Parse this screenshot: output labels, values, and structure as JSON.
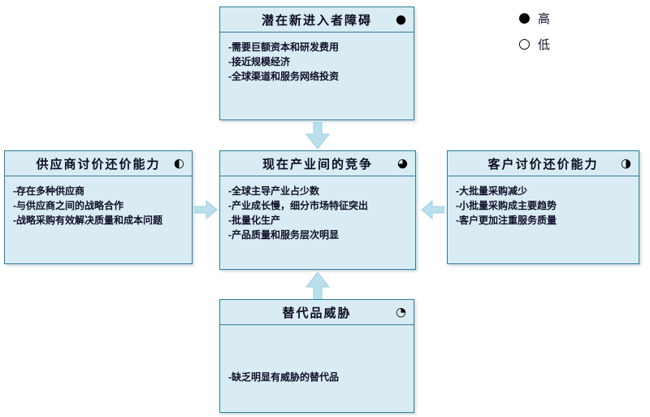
{
  "colors": {
    "box_border": "#2f7d9b",
    "box_fill": "#d9ecf3",
    "arrow": "#b9e0ec",
    "text": "#10102a"
  },
  "legend": {
    "high": {
      "icon": "●",
      "label": "高"
    },
    "low": {
      "icon": "○",
      "label": "低"
    }
  },
  "boxes": {
    "top": {
      "title": "潜在新进入者障碍",
      "rating_icon": "●",
      "items": [
        "-需要巨额资本和研发费用",
        "-接近规模经济",
        "-全球渠道和服务网络投资"
      ]
    },
    "left": {
      "title": "供应商讨价还价能力",
      "rating_icon": "◐",
      "items": [
        "-存在多种供应商",
        "-与供应商之间的战略合作",
        "-战略采购有效解决质量和成本问题"
      ]
    },
    "center": {
      "title": "现在产业间的竞争",
      "rating_icon": "◕",
      "items": [
        "-全球主导产业占少数",
        "-产业成长慢，细分市场特征突出",
        "-批量化生产",
        "-产品质量和服务层次明显"
      ]
    },
    "right": {
      "title": "客户讨价还价能力",
      "rating_icon": "◑",
      "items": [
        "-大批量采购减少",
        "-小批量采购成主要趋势",
        "-客户更加注重服务质量"
      ]
    },
    "bottom": {
      "title": "替代品威胁",
      "rating_icon": "◔",
      "items": [
        "-缺乏明显有威胁的替代品"
      ]
    }
  }
}
